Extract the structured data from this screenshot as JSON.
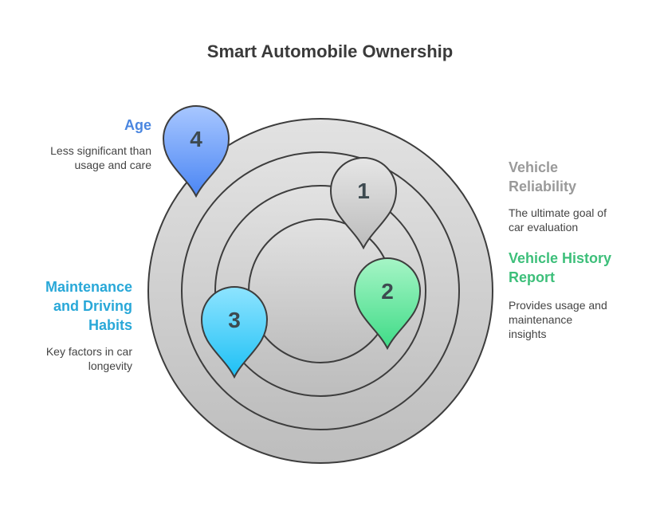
{
  "title": "Smart Automobile Ownership",
  "items": [
    {
      "number": "1",
      "label": "Vehicle Reliability",
      "label_lines": [
        "Vehicle",
        "Reliability"
      ],
      "desc_lines": [
        "The ultimate goal of",
        "car evaluation"
      ],
      "color": "#9a9a9a"
    },
    {
      "number": "2",
      "label": "Vehicle History Report",
      "label_lines": [
        "Vehicle History",
        "Report"
      ],
      "desc_lines": [
        "Provides usage and",
        "maintenance",
        "insights"
      ],
      "color": "#3dbf7a"
    },
    {
      "number": "3",
      "label": "Maintenance and Driving Habits",
      "label_lines": [
        "Maintenance",
        "and Driving",
        "Habits"
      ],
      "desc_lines": [
        "Key factors in car",
        "longevity"
      ],
      "color": "#29a8d8"
    },
    {
      "number": "4",
      "label": "Age",
      "label_lines": [
        "Age"
      ],
      "desc_lines": [
        "Less significant than",
        "usage and care"
      ],
      "color": "#4a86e0"
    }
  ]
}
